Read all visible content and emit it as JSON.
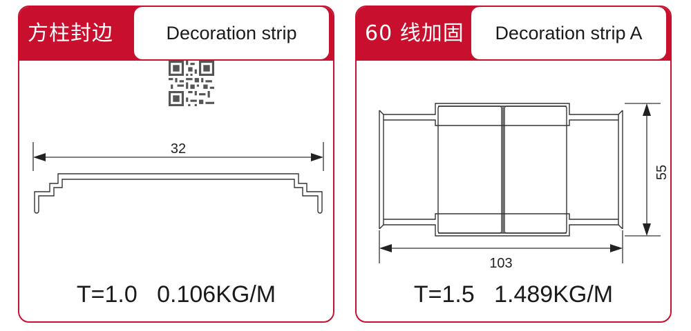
{
  "panels": [
    {
      "cn_title": "方柱封边",
      "en_title": "Decoration strip",
      "dimensions": [
        "32"
      ],
      "spec": "T=1.0   0.106KG/M"
    },
    {
      "cn_title": "60 线加固",
      "en_title": "Decoration strip A",
      "dimensions": [
        "55",
        "103"
      ],
      "spec": "T=1.5   1.489KG/M"
    }
  ],
  "colors": {
    "brand_red": "#c8102e",
    "line": "#333333"
  },
  "icons": [
    "qr-code-icon"
  ]
}
